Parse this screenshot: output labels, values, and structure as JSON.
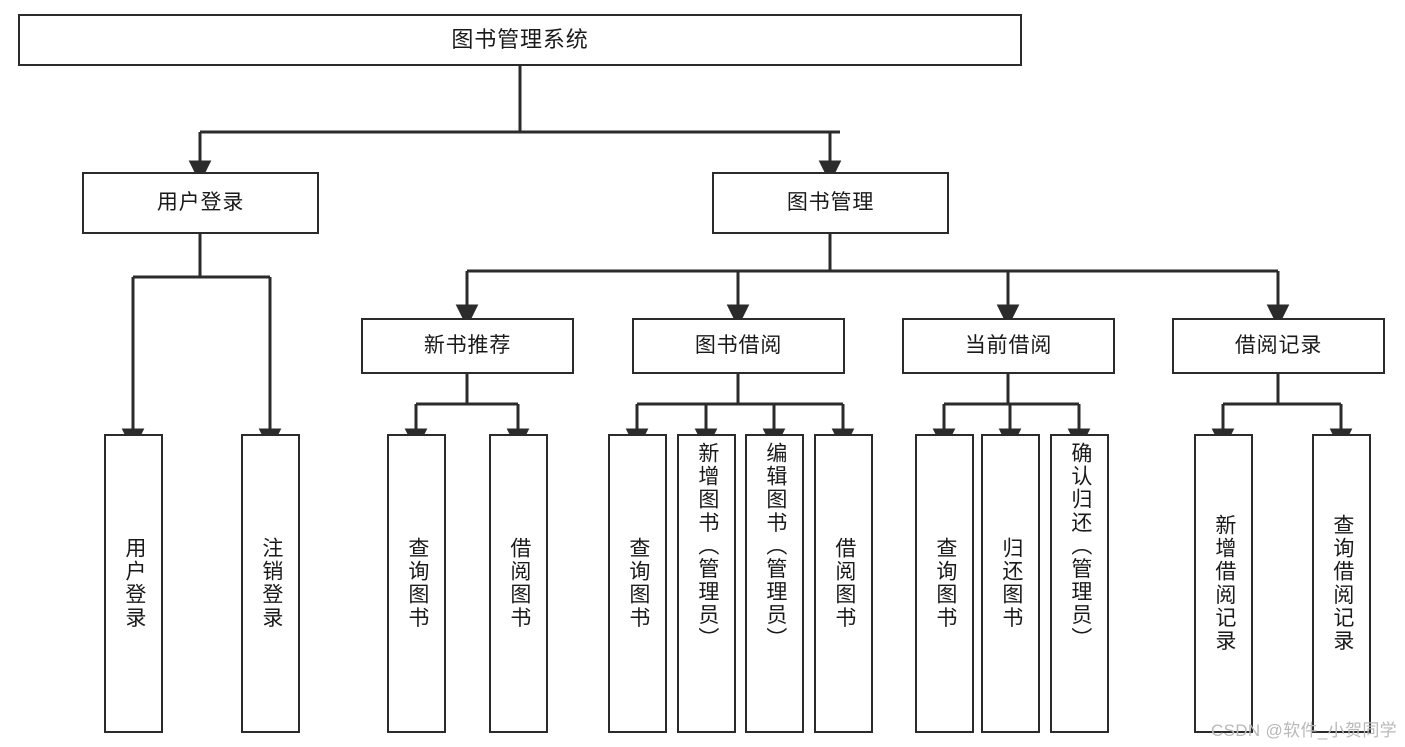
{
  "diagram": {
    "title": "图书管理系统",
    "type": "tree-hierarchy-chart",
    "colors": {
      "box_border": "#2b2b2b",
      "box_fill": "#ffffff",
      "connector": "#2b2b2b",
      "text": "#1a1a1a",
      "watermark": "#b9b9b9",
      "background": "#ffffff"
    },
    "root": {
      "label": "图书管理系统"
    },
    "level2": [
      {
        "id": "user-login",
        "label": "用户登录"
      },
      {
        "id": "book-manage",
        "label": "图书管理"
      }
    ],
    "level3": [
      {
        "id": "new-book-recommend",
        "label": "新书推荐",
        "parent": "book-manage"
      },
      {
        "id": "book-borrow",
        "label": "图书借阅",
        "parent": "book-manage"
      },
      {
        "id": "current-borrow",
        "label": "当前借阅",
        "parent": "book-manage"
      },
      {
        "id": "borrow-record",
        "label": "借阅记录",
        "parent": "book-manage"
      }
    ],
    "leaves": {
      "user_login": [
        {
          "id": "leaf-user-login",
          "label": "用户登录"
        },
        {
          "id": "leaf-user-logout",
          "label": "注销登录"
        }
      ],
      "new_book_recommend": [
        {
          "id": "leaf-query-book-1",
          "label": "查询图书"
        },
        {
          "id": "leaf-borrow-book-1",
          "label": "借阅图书"
        }
      ],
      "book_borrow": [
        {
          "id": "leaf-query-book-2",
          "label": "查询图书"
        },
        {
          "id": "leaf-add-book",
          "label": "新增图书（管理员）"
        },
        {
          "id": "leaf-edit-book",
          "label": "编辑图书（管理员）"
        },
        {
          "id": "leaf-borrow-book-2",
          "label": "借阅图书"
        }
      ],
      "current_borrow": [
        {
          "id": "leaf-query-book-3",
          "label": "查询图书"
        },
        {
          "id": "leaf-return-book",
          "label": "归还图书"
        },
        {
          "id": "leaf-confirm-return",
          "label": "确认归还（管理员）"
        }
      ],
      "borrow_record": [
        {
          "id": "leaf-add-record",
          "label": "新增借阅记录"
        },
        {
          "id": "leaf-query-record",
          "label": "查询借阅记录"
        }
      ]
    },
    "watermark": "CSDN @软件_小贺同学"
  }
}
